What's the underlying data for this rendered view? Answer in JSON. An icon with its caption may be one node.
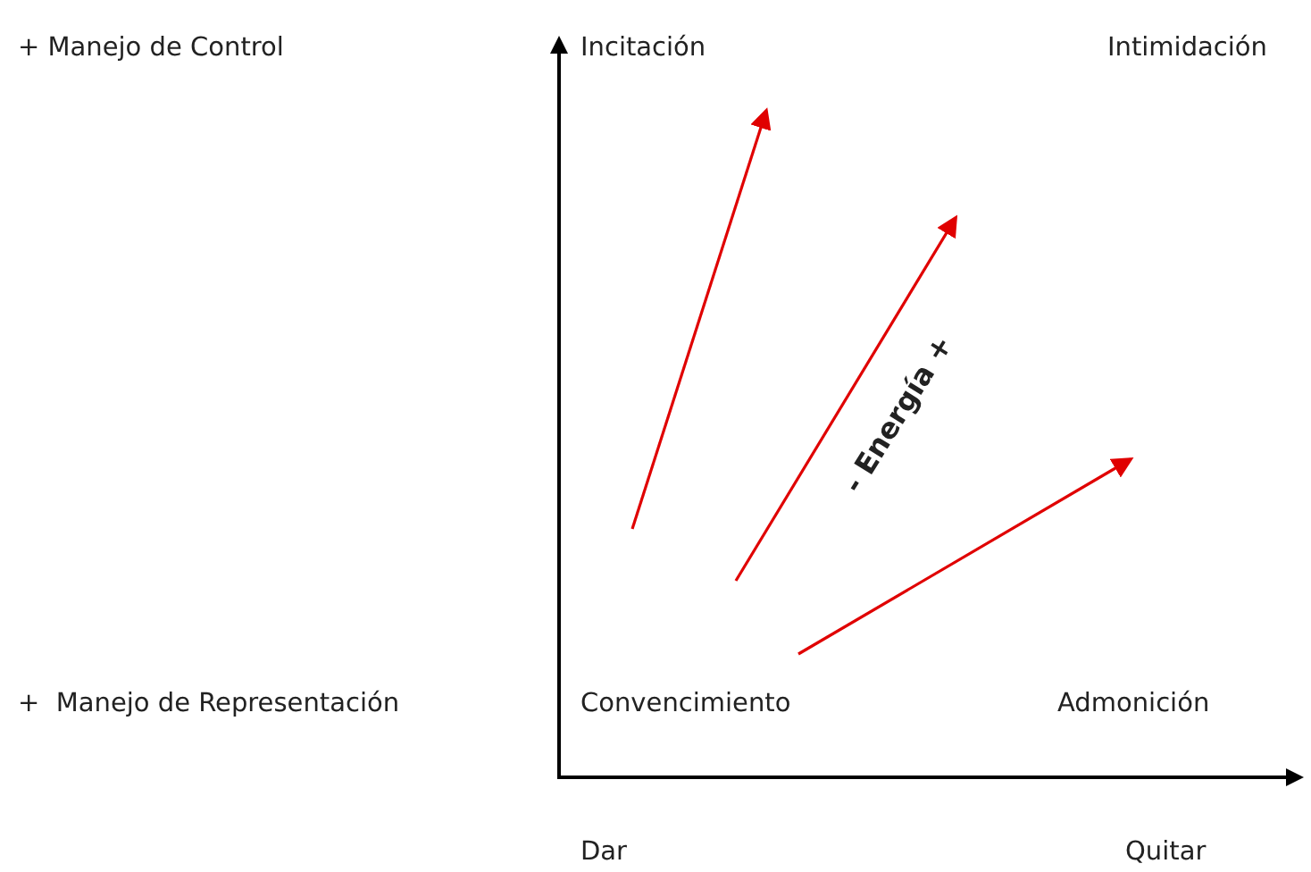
{
  "diagram": {
    "labels": [
      "+ Manejo de Control",
      "Incitación",
      "Intimidación",
      "- Energía +",
      "+  Manejo de Representación",
      "Convencimiento",
      "Admonición",
      "Dar",
      "Quitar"
    ]
  }
}
